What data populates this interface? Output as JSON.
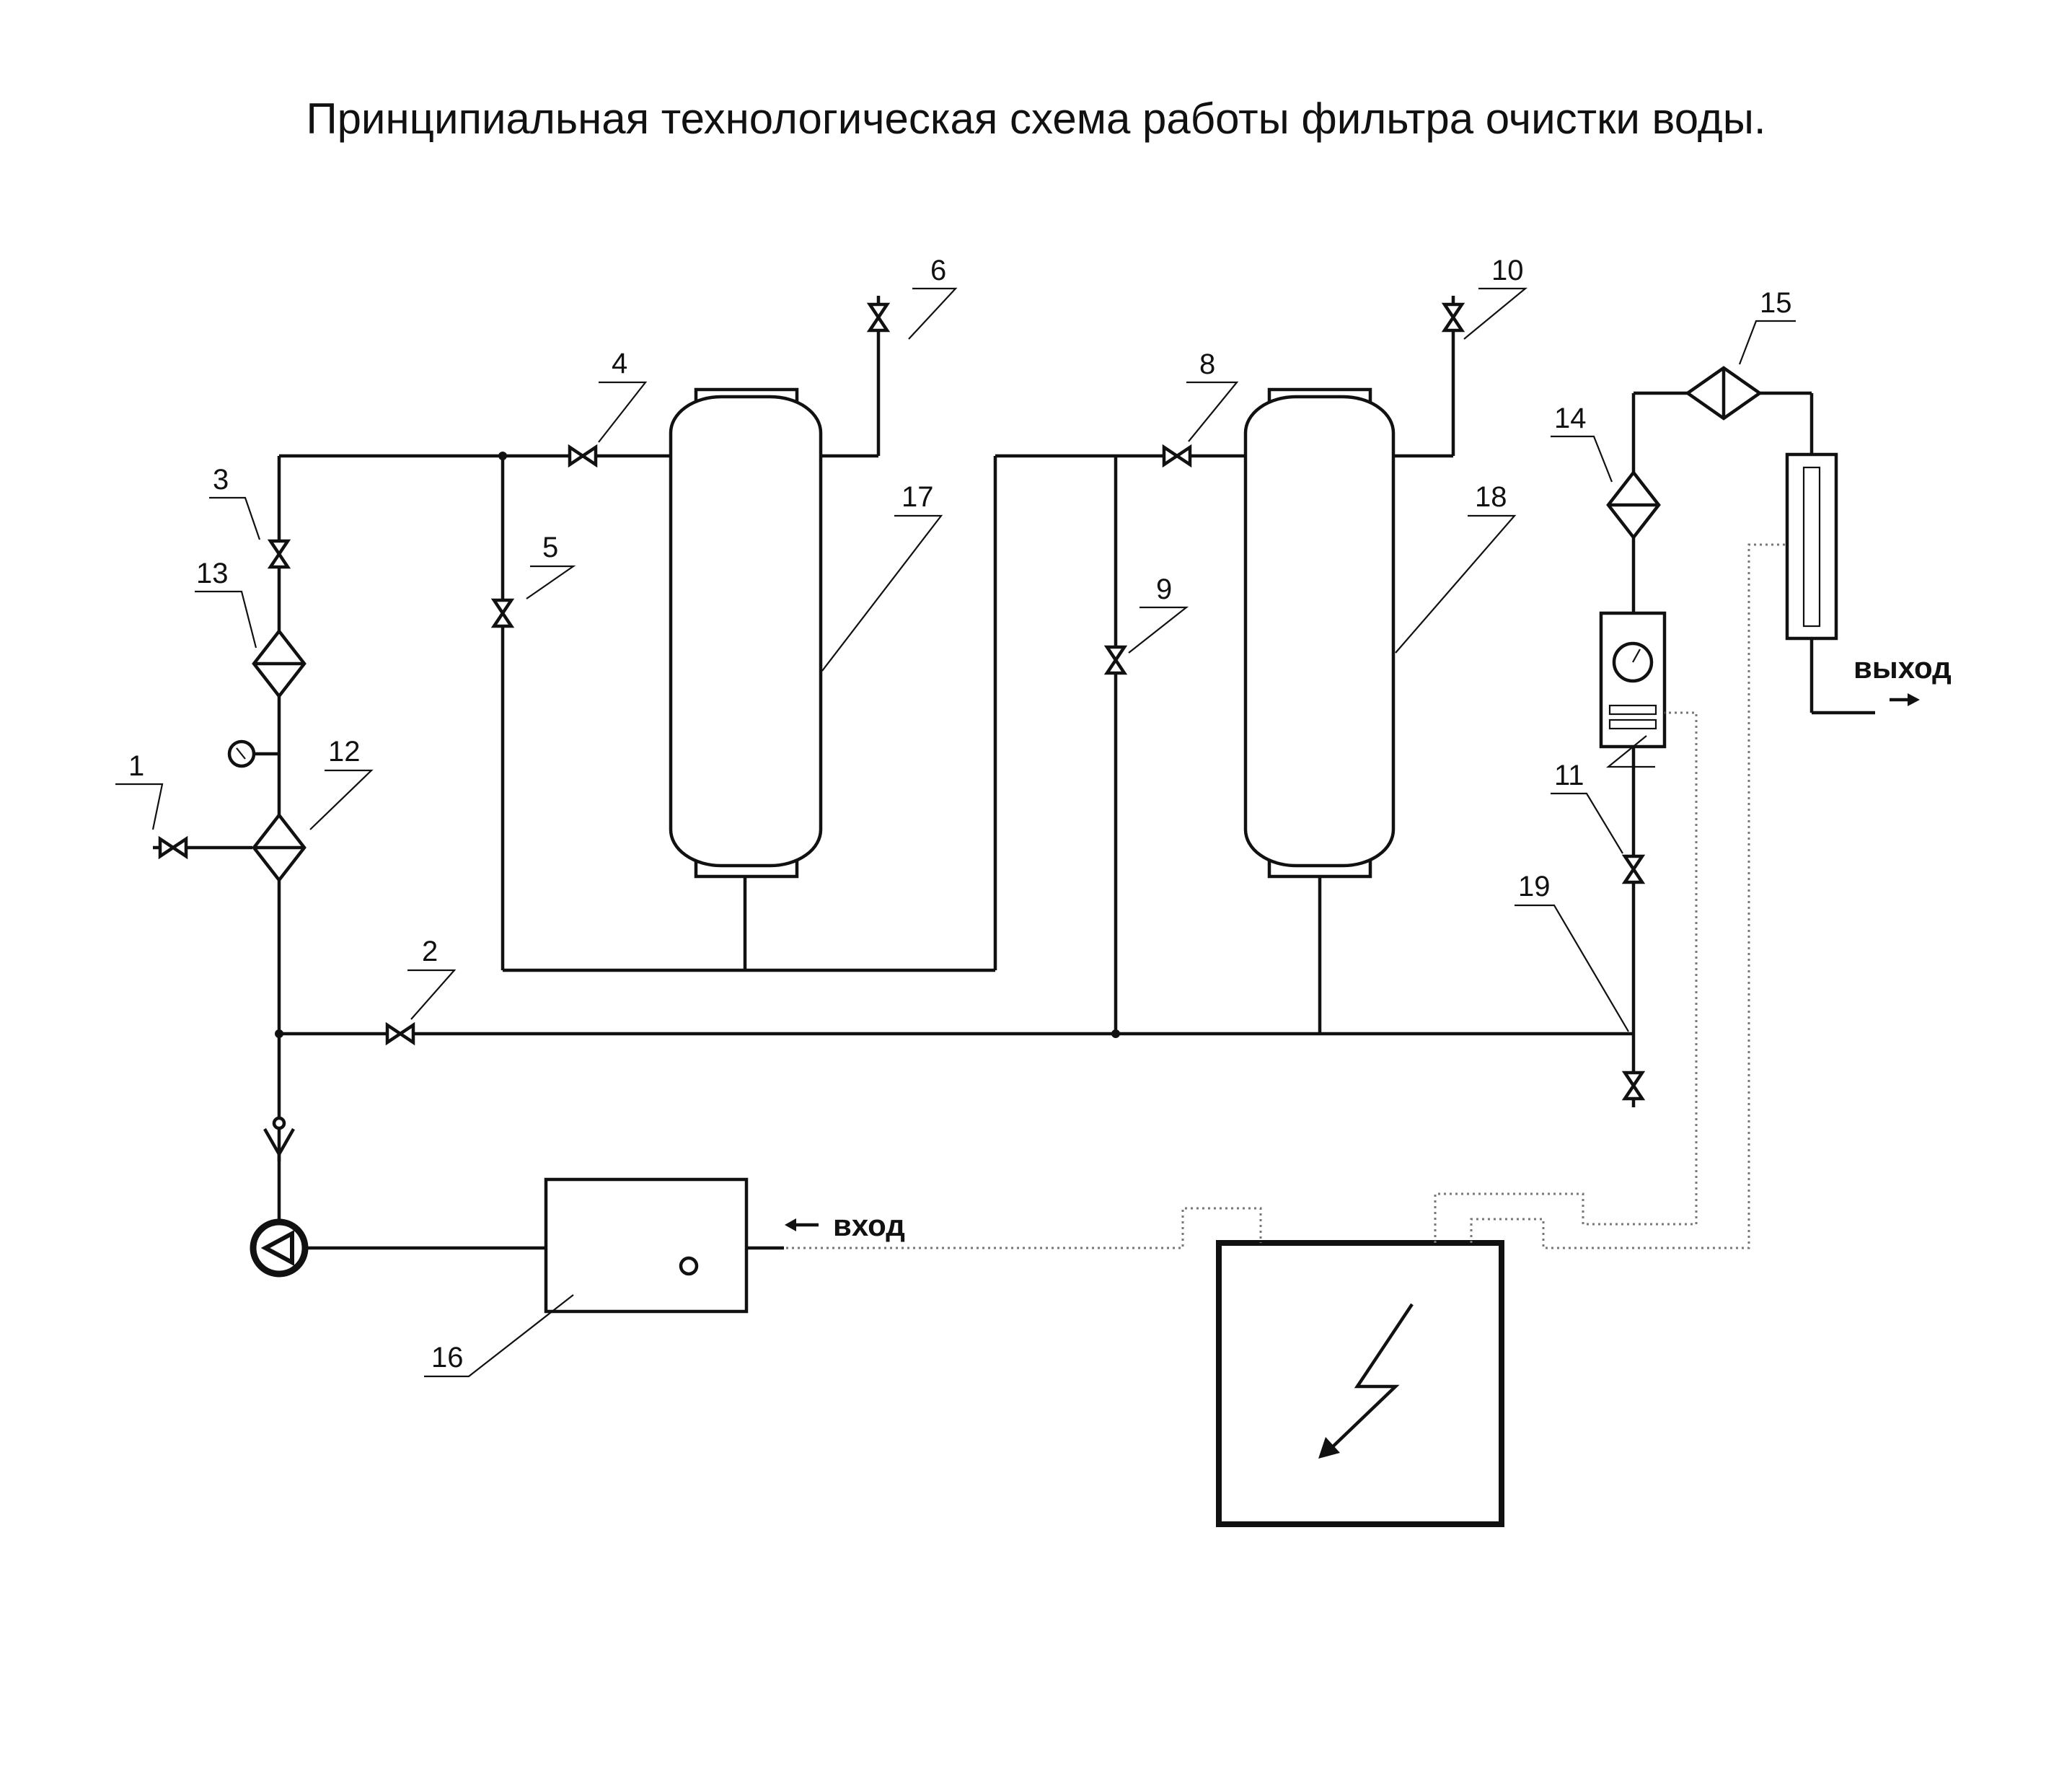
{
  "title": "Принципиальная технологическая схема работы фильтра очистки воды.",
  "io": {
    "inlet": "вход",
    "outlet": "выход"
  },
  "labels": {
    "n1": "1",
    "n2": "2",
    "n3": "3",
    "n4": "4",
    "n5": "5",
    "n6": "6",
    "n8": "8",
    "n9": "9",
    "n10": "10",
    "n11": "11",
    "n12": "12",
    "n13": "13",
    "n14": "14",
    "n15": "15",
    "n16": "16",
    "n17": "17",
    "n18": "18",
    "n19": "19"
  },
  "icons": {
    "valve": "valve-icon",
    "filter": "filter-icon",
    "pump": "pump-icon",
    "pressure_gauge": "pressure-gauge-icon",
    "check_valve": "check-valve-icon",
    "power": "lightning-icon"
  }
}
